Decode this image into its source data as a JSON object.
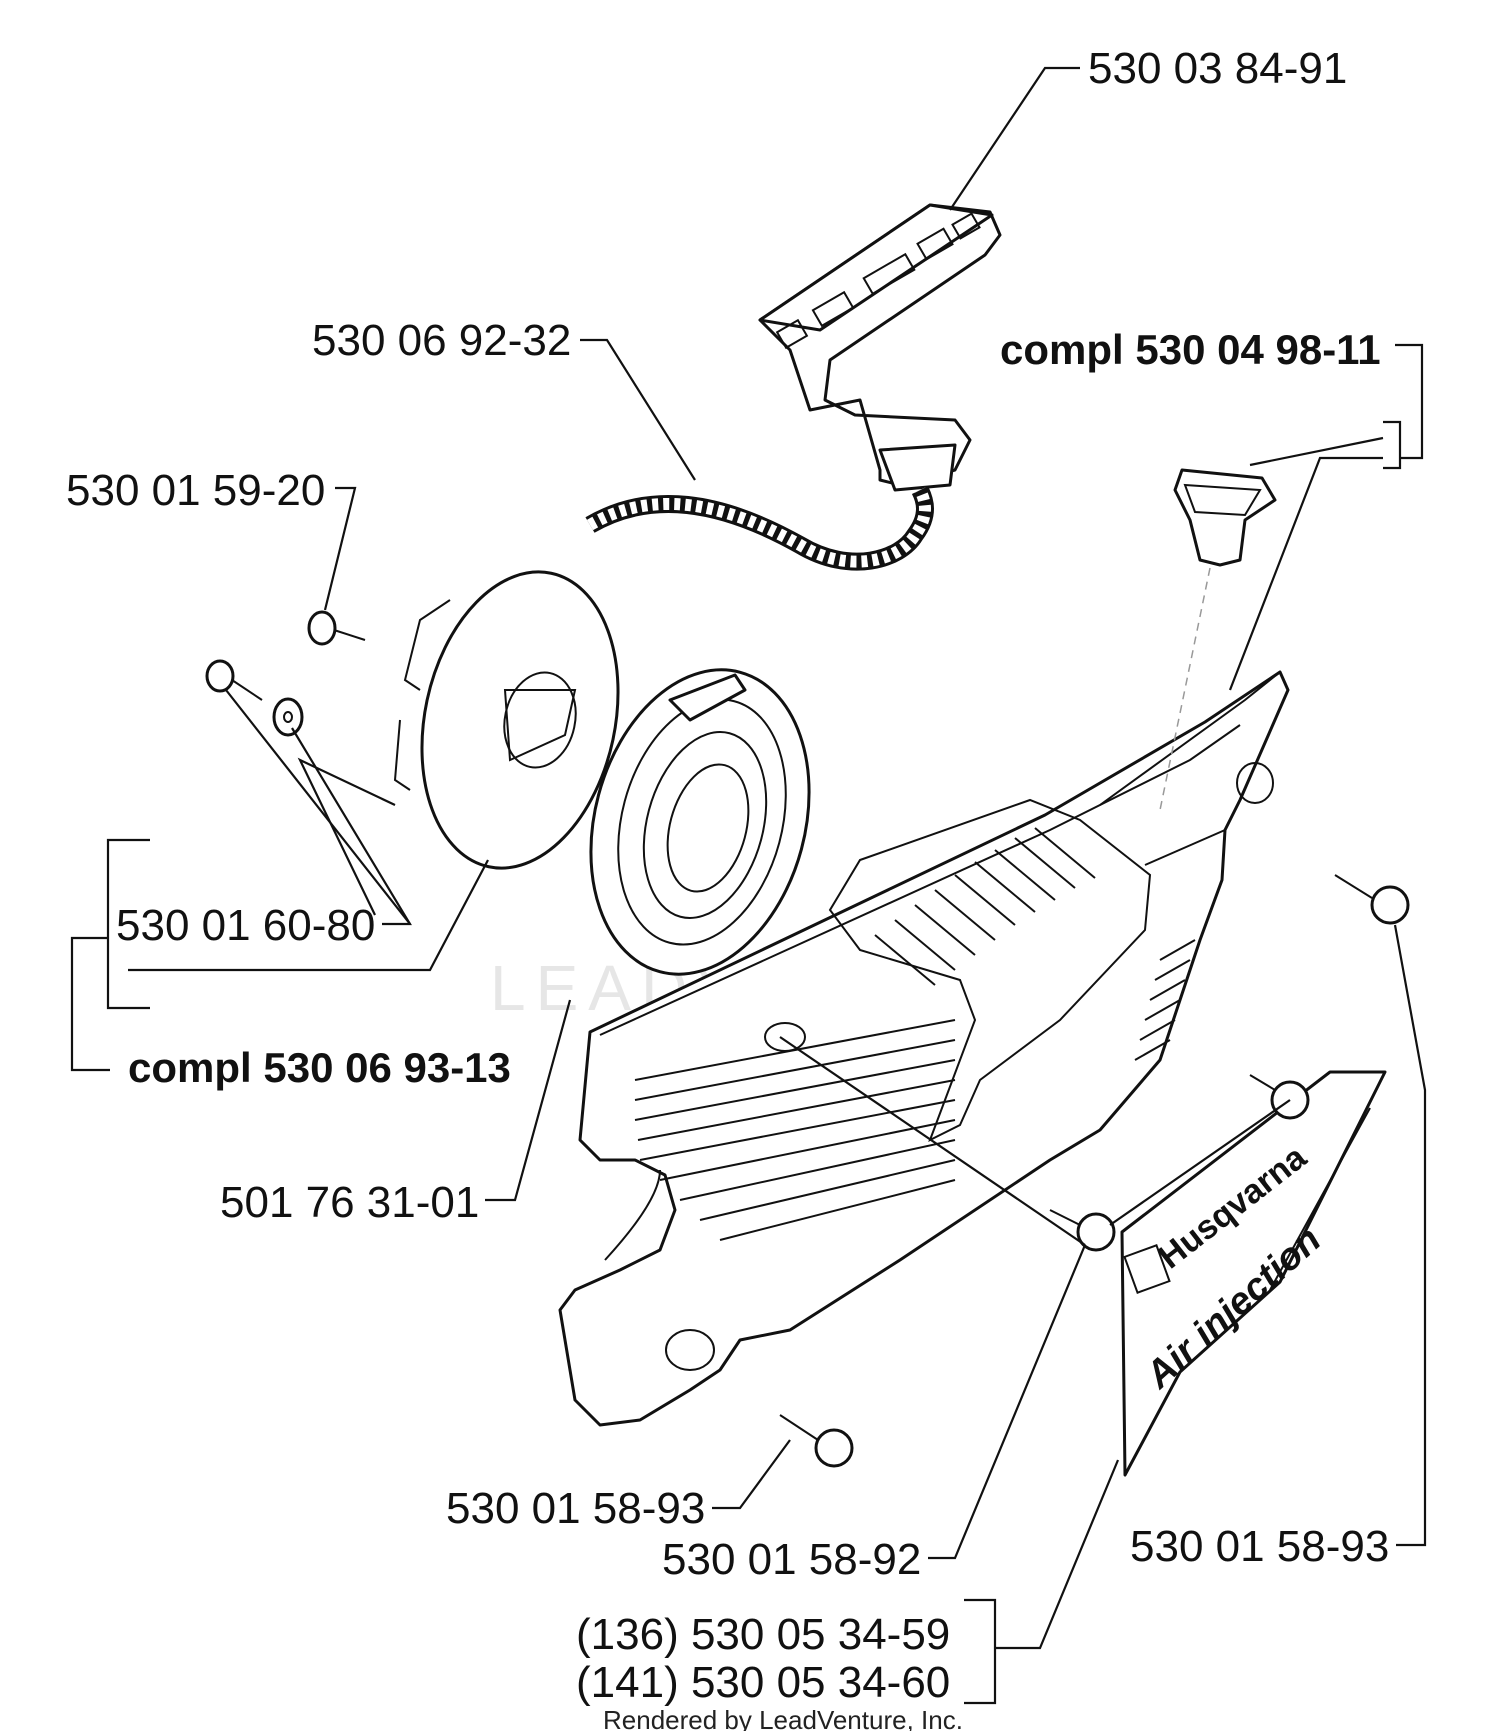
{
  "parts": {
    "handle": "530 03 84-91",
    "rope": "530 06 92-32",
    "compl_air_intake": "compl 530 04 98-11",
    "screw_pulley": "530 01 59-20",
    "washer_spring": "530 01 60-80",
    "compl_pulley": "compl 530 06 93-13",
    "spring_cassette": "501 76 31-01",
    "screw_lower": "530 01 58-93",
    "screw_center": "530 01 58-92",
    "screw_right": "530 01 58-93",
    "decal_136": "(136) 530 05 34-59",
    "decal_141": "(141) 530 05 34-60"
  },
  "decal": {
    "brand": "Husqvarna",
    "text": "Air injection"
  },
  "watermark": "LEADVENTURE",
  "footer": "Rendered by LeadVenture, Inc."
}
